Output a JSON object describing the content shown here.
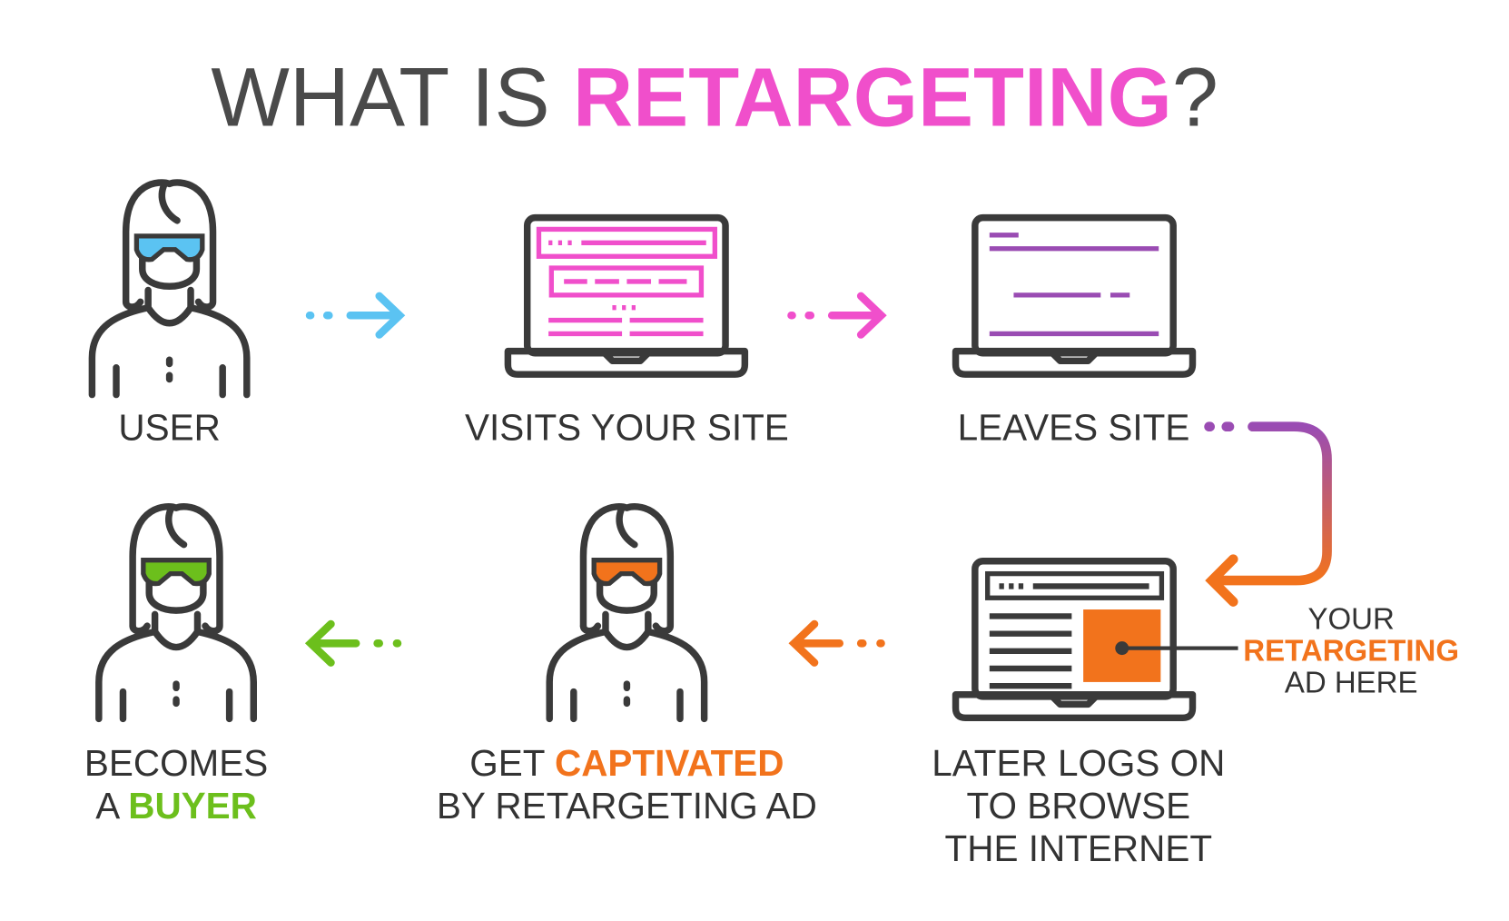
{
  "title": {
    "prefix": "WHAT IS ",
    "highlight": "RETARGETING",
    "suffix": "?"
  },
  "steps": {
    "user": "USER",
    "visits": "VISITS YOUR SITE",
    "leaves": "LEAVES SITE",
    "later": [
      "LATER LOGS ON",
      "TO BROWSE",
      "THE INTERNET"
    ],
    "captivated": {
      "pre": "GET ",
      "highlight": "CAPTIVATED",
      "line2": "BY RETARGETING AD"
    },
    "buyer": {
      "line1": "BECOMES",
      "pre": "A ",
      "highlight": "BUYER"
    }
  },
  "ad_callout": {
    "line1": "YOUR",
    "highlight": "RETARGETING",
    "line3": "AD HERE"
  },
  "colors": {
    "pink": "#f04fcb",
    "blue": "#5bc3f2",
    "purple": "#9a4cb3",
    "orange": "#f2731c",
    "green": "#6cbf1c",
    "dark": "#3a3a3a"
  }
}
